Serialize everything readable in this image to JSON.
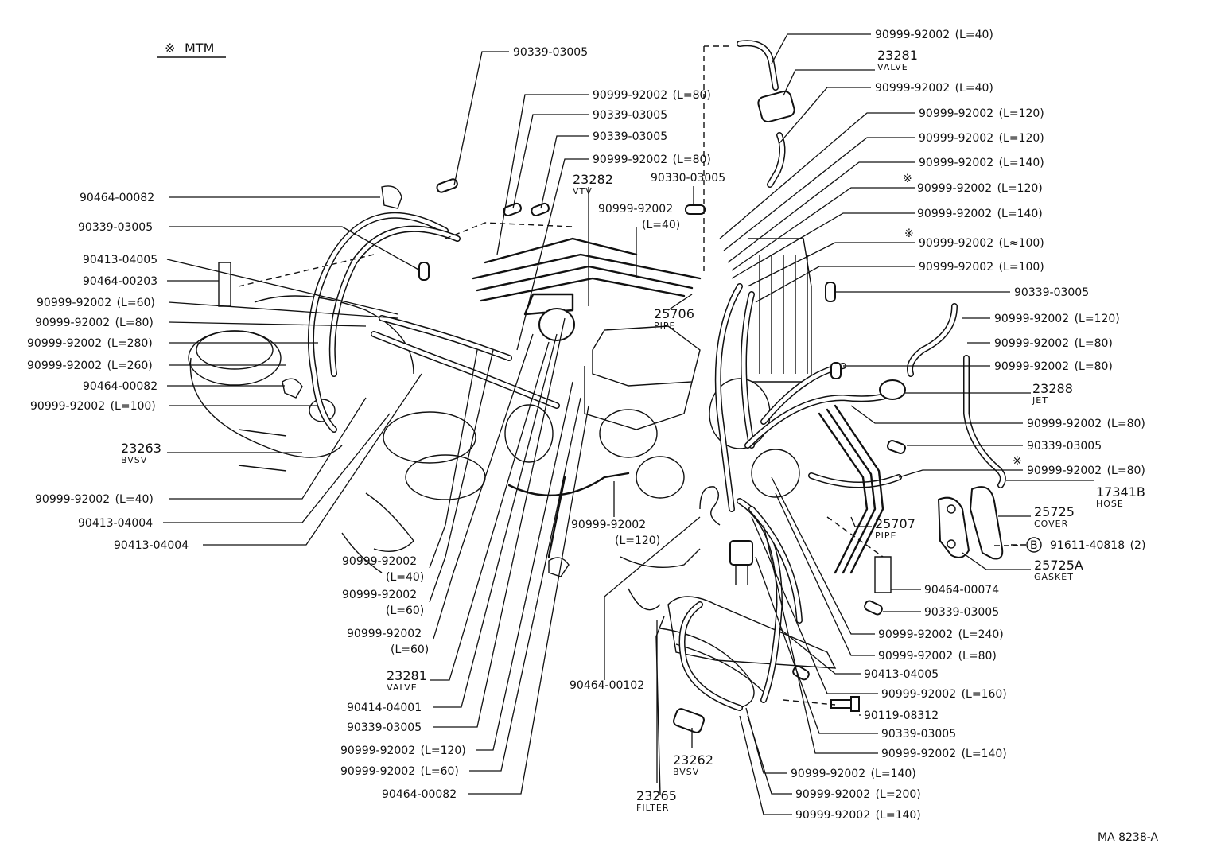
{
  "legend": {
    "symbol": "※",
    "text": "MTM"
  },
  "figure_id": "MA 8238-A",
  "circle_marker": "B",
  "callouts": [
    {
      "id": "c01",
      "part": "90339-03005",
      "note": "",
      "sub": "",
      "mark": ""
    },
    {
      "id": "c02",
      "part": "90999-92002",
      "note": "(L=80)",
      "sub": "",
      "mark": ""
    },
    {
      "id": "c03",
      "part": "90339-03005",
      "note": "",
      "sub": "",
      "mark": ""
    },
    {
      "id": "c04",
      "part": "90339-03005",
      "note": "",
      "sub": "",
      "mark": ""
    },
    {
      "id": "c05",
      "part": "90999-92002",
      "note": "(L=80)",
      "sub": "",
      "mark": ""
    },
    {
      "id": "c06",
      "part": "23282",
      "note": "",
      "sub": "VTV",
      "mark": ""
    },
    {
      "id": "c07",
      "part": "90330-03005",
      "note": "",
      "sub": "",
      "mark": ""
    },
    {
      "id": "c08",
      "part": "90999-92002",
      "note": "(L=40)",
      "sub": "",
      "mark": ""
    },
    {
      "id": "c09",
      "part": "90464-00082",
      "note": "",
      "sub": "",
      "mark": ""
    },
    {
      "id": "c10",
      "part": "90339-03005",
      "note": "",
      "sub": "",
      "mark": ""
    },
    {
      "id": "c11",
      "part": "90413-04005",
      "note": "",
      "sub": "",
      "mark": ""
    },
    {
      "id": "c12",
      "part": "90464-00203",
      "note": "",
      "sub": "",
      "mark": ""
    },
    {
      "id": "c13",
      "part": "90999-92002",
      "note": "(L=60)",
      "sub": "",
      "mark": ""
    },
    {
      "id": "c14",
      "part": "90999-92002",
      "note": "(L=80)",
      "sub": "",
      "mark": ""
    },
    {
      "id": "c15",
      "part": "90999-92002",
      "note": "(L=280)",
      "sub": "",
      "mark": ""
    },
    {
      "id": "c16",
      "part": "90999-92002",
      "note": "(L=260)",
      "sub": "",
      "mark": ""
    },
    {
      "id": "c17",
      "part": "90464-00082",
      "note": "",
      "sub": "",
      "mark": ""
    },
    {
      "id": "c18",
      "part": "90999-92002",
      "note": "(L=100)",
      "sub": "",
      "mark": ""
    },
    {
      "id": "c19",
      "part": "23263",
      "note": "",
      "sub": "BVSV",
      "mark": ""
    },
    {
      "id": "c20",
      "part": "90999-92002",
      "note": "(L=40)",
      "sub": "",
      "mark": ""
    },
    {
      "id": "c21",
      "part": "90413-04004",
      "note": "",
      "sub": "",
      "mark": ""
    },
    {
      "id": "c22",
      "part": "90413-04004",
      "note": "",
      "sub": "",
      "mark": ""
    },
    {
      "id": "c23",
      "part": "90999-92002",
      "note": "(L=40)",
      "sub": "",
      "mark": ""
    },
    {
      "id": "c24",
      "part": "90999-92002",
      "note": "(L=60)",
      "sub": "",
      "mark": ""
    },
    {
      "id": "c25",
      "part": "90999-92002",
      "note": "(L=60)",
      "sub": "",
      "mark": ""
    },
    {
      "id": "c26",
      "part": "23281",
      "note": "",
      "sub": "VALVE",
      "mark": ""
    },
    {
      "id": "c27",
      "part": "90414-04001",
      "note": "",
      "sub": "",
      "mark": ""
    },
    {
      "id": "c28",
      "part": "90339-03005",
      "note": "",
      "sub": "",
      "mark": ""
    },
    {
      "id": "c29",
      "part": "90999-92002",
      "note": "(L=120)",
      "sub": "",
      "mark": ""
    },
    {
      "id": "c30",
      "part": "90999-92002",
      "note": "(L=60)",
      "sub": "",
      "mark": ""
    },
    {
      "id": "c31",
      "part": "90464-00082",
      "note": "",
      "sub": "",
      "mark": ""
    },
    {
      "id": "c32",
      "part": "90999-92002",
      "note": "(L=120)",
      "sub": "",
      "mark": ""
    },
    {
      "id": "c33",
      "part": "90464-00102",
      "note": "",
      "sub": "",
      "mark": ""
    },
    {
      "id": "c34",
      "part": "23265",
      "note": "",
      "sub": "FILTER",
      "mark": ""
    },
    {
      "id": "c35",
      "part": "23262",
      "note": "",
      "sub": "BVSV",
      "mark": ""
    },
    {
      "id": "c36",
      "part": "25706",
      "note": "",
      "sub": "PIPE",
      "mark": ""
    },
    {
      "id": "c37",
      "part": "90999-92002",
      "note": "(L=40)",
      "sub": "",
      "mark": ""
    },
    {
      "id": "c38",
      "part": "23281",
      "note": "",
      "sub": "VALVE",
      "mark": ""
    },
    {
      "id": "c39",
      "part": "90999-92002",
      "note": "(L=40)",
      "sub": "",
      "mark": ""
    },
    {
      "id": "c40",
      "part": "90999-92002",
      "note": "(L=120)",
      "sub": "",
      "mark": ""
    },
    {
      "id": "c41",
      "part": "90999-92002",
      "note": "(L=120)",
      "sub": "",
      "mark": ""
    },
    {
      "id": "c42",
      "part": "90999-92002",
      "note": "(L=140)",
      "sub": "",
      "mark": ""
    },
    {
      "id": "c43",
      "part": "90999-92002",
      "note": "(L=120)",
      "sub": "",
      "mark": "※"
    },
    {
      "id": "c44",
      "part": "90999-92002",
      "note": "(L=140)",
      "sub": "",
      "mark": ""
    },
    {
      "id": "c45",
      "part": "90999-92002",
      "note": "(L≈100)",
      "sub": "",
      "mark": "※"
    },
    {
      "id": "c46",
      "part": "90999-92002",
      "note": "(L=100)",
      "sub": "",
      "mark": ""
    },
    {
      "id": "c47",
      "part": "90339-03005",
      "note": "",
      "sub": "",
      "mark": ""
    },
    {
      "id": "c48",
      "part": "90999-92002",
      "note": "(L=120)",
      "sub": "",
      "mark": ""
    },
    {
      "id": "c49",
      "part": "90999-92002",
      "note": "(L=80)",
      "sub": "",
      "mark": ""
    },
    {
      "id": "c50",
      "part": "90999-92002",
      "note": "(L=80)",
      "sub": "",
      "mark": ""
    },
    {
      "id": "c51",
      "part": "23288",
      "note": "",
      "sub": "JET",
      "mark": ""
    },
    {
      "id": "c52",
      "part": "90999-92002",
      "note": "(L=80)",
      "sub": "",
      "mark": ""
    },
    {
      "id": "c53",
      "part": "90339-03005",
      "note": "",
      "sub": "",
      "mark": ""
    },
    {
      "id": "c54",
      "part": "90999-92002",
      "note": "(L=80)",
      "sub": "",
      "mark": "※"
    },
    {
      "id": "c55",
      "part": "17341B",
      "note": "",
      "sub": "HOSE",
      "mark": ""
    },
    {
      "id": "c56",
      "part": "25725",
      "note": "",
      "sub": "COVER",
      "mark": ""
    },
    {
      "id": "c57",
      "part": "91611-40818",
      "note": "(2)",
      "sub": "",
      "mark": ""
    },
    {
      "id": "c58",
      "part": "25725A",
      "note": "",
      "sub": "GASKET",
      "mark": ""
    },
    {
      "id": "c59",
      "part": "25707",
      "note": "",
      "sub": "PIPE",
      "mark": ""
    },
    {
      "id": "c60",
      "part": "90464-00074",
      "note": "",
      "sub": "",
      "mark": ""
    },
    {
      "id": "c61",
      "part": "90339-03005",
      "note": "",
      "sub": "",
      "mark": ""
    },
    {
      "id": "c62",
      "part": "90999-92002",
      "note": "(L=240)",
      "sub": "",
      "mark": ""
    },
    {
      "id": "c63",
      "part": "90999-92002",
      "note": "(L=80)",
      "sub": "",
      "mark": ""
    },
    {
      "id": "c64",
      "part": "90413-04005",
      "note": "",
      "sub": "",
      "mark": ""
    },
    {
      "id": "c65",
      "part": "90999-92002",
      "note": "(L=160)",
      "sub": "",
      "mark": ""
    },
    {
      "id": "c66",
      "part": "90119-08312",
      "note": "",
      "sub": "",
      "mark": ""
    },
    {
      "id": "c67",
      "part": "90339-03005",
      "note": "",
      "sub": "",
      "mark": ""
    },
    {
      "id": "c68",
      "part": "90999-92002",
      "note": "(L=140)",
      "sub": "",
      "mark": ""
    },
    {
      "id": "c69",
      "part": "90999-92002",
      "note": "(L=140)",
      "sub": "",
      "mark": ""
    },
    {
      "id": "c70",
      "part": "90999-92002",
      "note": "(L=200)",
      "sub": "",
      "mark": ""
    },
    {
      "id": "c71",
      "part": "90999-92002",
      "note": "(L=140)",
      "sub": "",
      "mark": ""
    }
  ]
}
